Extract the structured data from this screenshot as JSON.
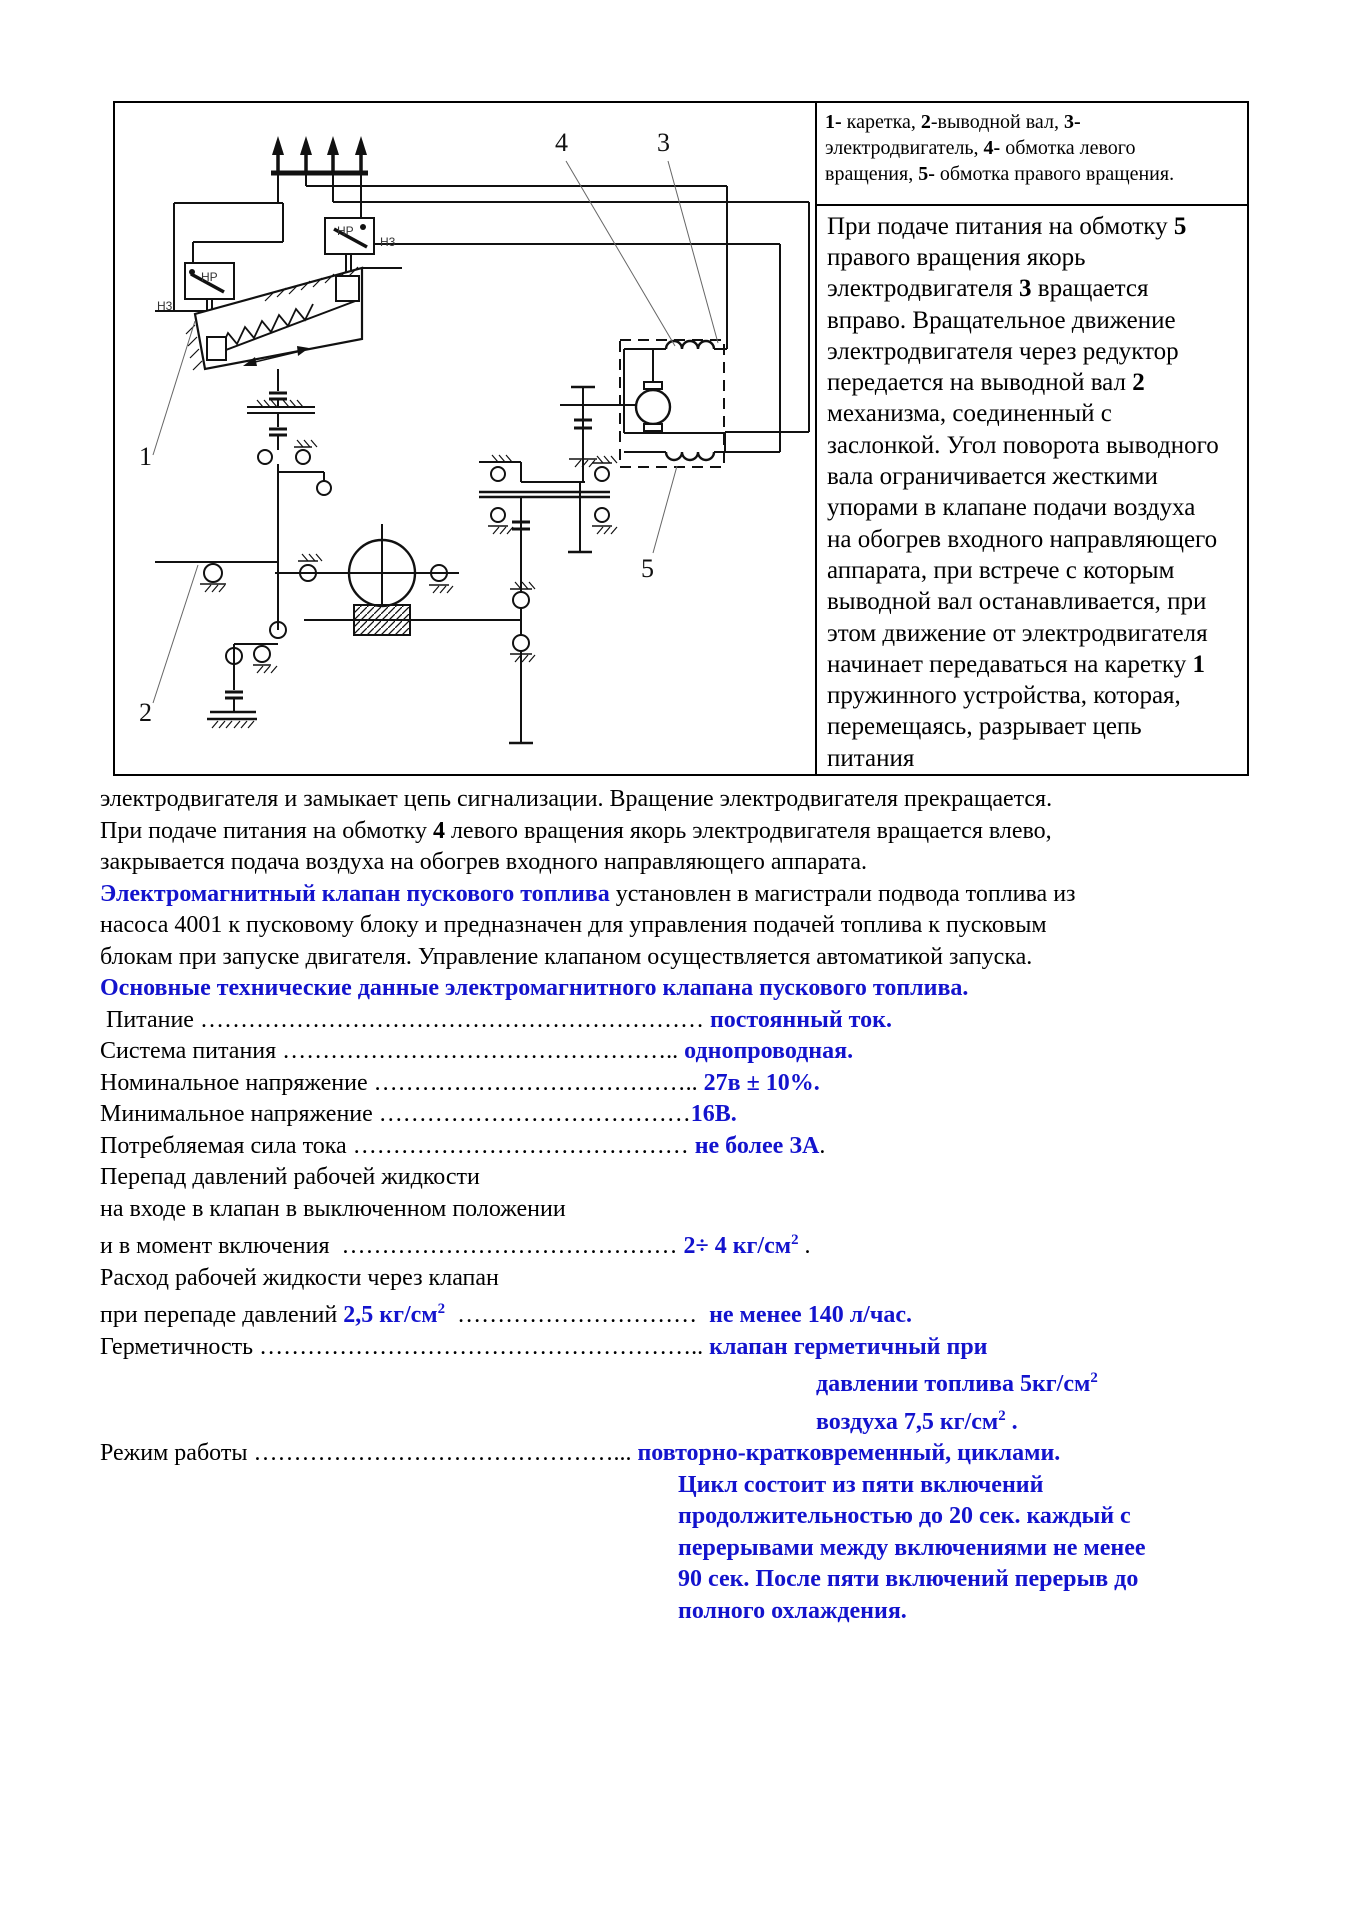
{
  "accent_blue": "#1313cd",
  "figure": {
    "labels": {
      "n1": "1",
      "n2": "2",
      "n3": "3",
      "n4": "4",
      "n5": "5",
      "hp_upper": "НР",
      "hz_upper": "Н3",
      "hp_lower": "НР",
      "hz_lower": "Н3"
    },
    "caption_runs": [
      {
        "t": "1-",
        "b": true
      },
      {
        "t": " каретка, "
      },
      {
        "t": "2",
        "b": true
      },
      {
        "t": "-выводной вал, "
      },
      {
        "t": "3-",
        "b": true
      },
      {
        "t": "\nэлектродвигатель, "
      },
      {
        "t": "4-",
        "b": true
      },
      {
        "t": " обмотка левого\nвращения, "
      },
      {
        "t": "5-",
        "b": true
      },
      {
        "t": " обмотка правого вращения."
      }
    ],
    "description_runs": [
      {
        "t": "При подаче питания на обмотку "
      },
      {
        "t": "5",
        "b": true
      },
      {
        "t": "\nправого вращения якорь\nэлектродвигателя "
      },
      {
        "t": "3",
        "b": true
      },
      {
        "t": " вращается\nвправо. Вращательное движение\nэлектродвигателя через редуктор\nпередается на выводной вал "
      },
      {
        "t": "2",
        "b": true
      },
      {
        "t": "\nмеханизма, соединенный с\nзаслонкой. Угол поворота выводного\nвала ограничивается жесткими\nупорами в клапане подачи воздуха\nна обогрев входного направляющего\nаппарата, при встрече с которым\nвыводной вал останавливается, при\nэтом движение от электродвигателя\nначинает передаваться на каретку "
      },
      {
        "t": "1",
        "b": true
      },
      {
        "t": "\nпружинного устройства, которая,\nперемещаясь, разрывает цепь\nпитания"
      }
    ]
  },
  "body": {
    "paragraph1_runs": [
      {
        "t": "электродвигателя и замыкает цепь сигнализации. Вращение электродвигателя прекращается.\nПри подаче питания на обмотку "
      },
      {
        "t": "4",
        "b": true
      },
      {
        "t": " левого вращения якорь электродвигателя вращается влево,\nзакрывается подача воздуха на обогрев входного направляющего аппарата."
      }
    ],
    "paragraph2_runs": [
      {
        "t": "Электромагнитный клапан пускового топлива",
        "b": true,
        "c": true
      },
      {
        "t": " установлен в магистрали подвода топлива из\nнасоса 4001 к пусковому блоку и предназначен для управления подачей топлива к пусковым\nблокам при запуске двигателя. Управление клапаном осуществляется автоматикой запуска."
      }
    ],
    "heading": "Основные технические данные электромагнитного клапана пускового топлива.",
    "specs": [
      {
        "runs": [
          {
            "t": " Питание ……………………………………………………… "
          },
          {
            "t": "постоянный ток.",
            "b": true,
            "c": true
          }
        ]
      },
      {
        "runs": [
          {
            "t": "Система питания ………………………………………….. "
          },
          {
            "t": "однопроводная.",
            "b": true,
            "c": true
          }
        ]
      },
      {
        "runs": [
          {
            "t": "Номинальное напряжение ………………………………….. "
          },
          {
            "t": "27в ± 10%.",
            "b": true,
            "c": true
          }
        ]
      },
      {
        "runs": [
          {
            "t": "Минимальное напряжение …………………………………"
          },
          {
            "t": "16В.",
            "b": true,
            "c": true
          }
        ]
      },
      {
        "runs": [
          {
            "t": "Потребляемая сила тока …………………………………… "
          },
          {
            "t": "не более ЗА",
            "b": true,
            "c": true
          },
          {
            "t": "."
          }
        ]
      },
      {
        "runs": [
          {
            "t": "Перепад давлений рабочей жидкости"
          }
        ]
      },
      {
        "runs": [
          {
            "t": "на входе в клапан в выключенном положении"
          }
        ]
      },
      {
        "runs": [
          {
            "t": "и в момент включения  …………………………………… "
          },
          {
            "t": "2÷ 4 кг/см",
            "b": true,
            "c": true
          },
          {
            "t": "2",
            "b": true,
            "c": true,
            "s": true
          },
          {
            "t": " ."
          }
        ]
      },
      {
        "runs": [
          {
            "t": "Расход рабочей жидкости через клапан"
          }
        ]
      },
      {
        "runs": [
          {
            "t": "при перепаде давлений "
          },
          {
            "t": "2,5 кг/см",
            "b": true,
            "c": true
          },
          {
            "t": "2",
            "b": true,
            "c": true,
            "s": true
          },
          {
            "t": "  …………………………  "
          },
          {
            "t": "не менее 140 л/час.",
            "b": true,
            "c": true
          }
        ]
      },
      {
        "runs": [
          {
            "t": "Герметичность ……………………………………………….. "
          },
          {
            "t": "клапан герметичный при",
            "b": true,
            "c": true
          }
        ]
      },
      {
        "indent": 716,
        "runs": [
          {
            "t": "давлении топлива 5кг/см",
            "b": true,
            "c": true
          },
          {
            "t": "2",
            "b": true,
            "c": true,
            "s": true
          }
        ]
      },
      {
        "indent": 716,
        "runs": [
          {
            "t": "воздуха 7,5 кг/см",
            "b": true,
            "c": true
          },
          {
            "t": "2",
            "b": true,
            "c": true,
            "s": true
          },
          {
            "t": " .",
            "b": true,
            "c": true
          }
        ]
      },
      {
        "runs": [
          {
            "t": "Режим работы ………………………………………... "
          },
          {
            "t": "повторно-кратковременный, циклами.",
            "b": true,
            "c": true
          }
        ]
      },
      {
        "indent": 578,
        "runs": [
          {
            "t": "Цикл состоит из пяти включений",
            "b": true,
            "c": true
          }
        ]
      },
      {
        "indent": 578,
        "runs": [
          {
            "t": "продолжительностью до 20 сек. каждый с",
            "b": true,
            "c": true
          }
        ]
      },
      {
        "indent": 578,
        "runs": [
          {
            "t": "перерывами между включениями не менее",
            "b": true,
            "c": true
          }
        ]
      },
      {
        "indent": 578,
        "runs": [
          {
            "t": "90 сек. После пяти включений перерыв до",
            "b": true,
            "c": true
          }
        ]
      },
      {
        "indent": 578,
        "runs": [
          {
            "t": "полного охлаждения.",
            "b": true,
            "c": true
          }
        ]
      }
    ]
  }
}
